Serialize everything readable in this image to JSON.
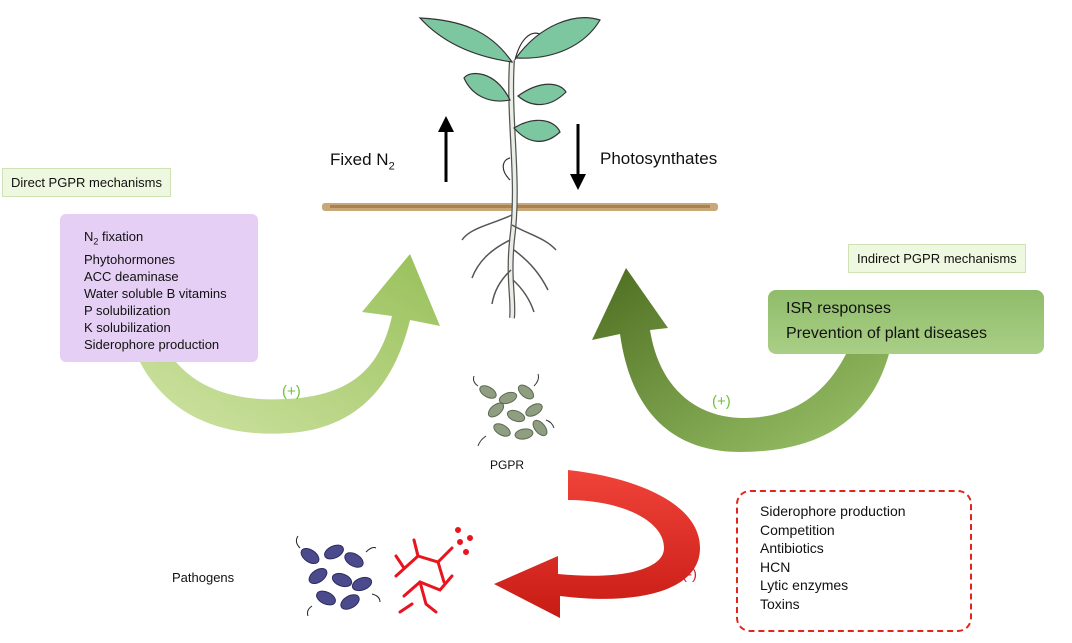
{
  "labels": {
    "fixed_n": "Fixed N",
    "fixed_n_sub": "2",
    "photosynthates": "Photosynthates",
    "pgpr": "PGPR",
    "pathogens": "Pathogens"
  },
  "direct": {
    "tag": "Direct PGPR mechanisms",
    "first_item": "N",
    "first_item_sub": "2",
    "first_item_rest": " fixation",
    "items": [
      "Phytohormones",
      "ACC deaminase",
      "Water soluble B vitamins",
      "P solubilization",
      "K solubilization",
      "Siderophore production"
    ],
    "effect": "(+)"
  },
  "indirect": {
    "tag": "Indirect PGPR mechanisms",
    "items": [
      "ISR responses",
      "Prevention of plant diseases"
    ],
    "effect": "(+)"
  },
  "negative": {
    "items": [
      "Siderophore production",
      "Competition",
      "Antibiotics",
      "HCN",
      "Lytic enzymes",
      "Toxins"
    ],
    "effect": "(-)"
  },
  "colors": {
    "direct_arrow": "#a9cc6a",
    "indirect_arrow": "#5e7e2a",
    "negative_arrow": "#e0261b",
    "bacteria": "#8f9e80",
    "pathogen_bacteria": "#4a4a8c",
    "fungus": "#e8141e"
  }
}
